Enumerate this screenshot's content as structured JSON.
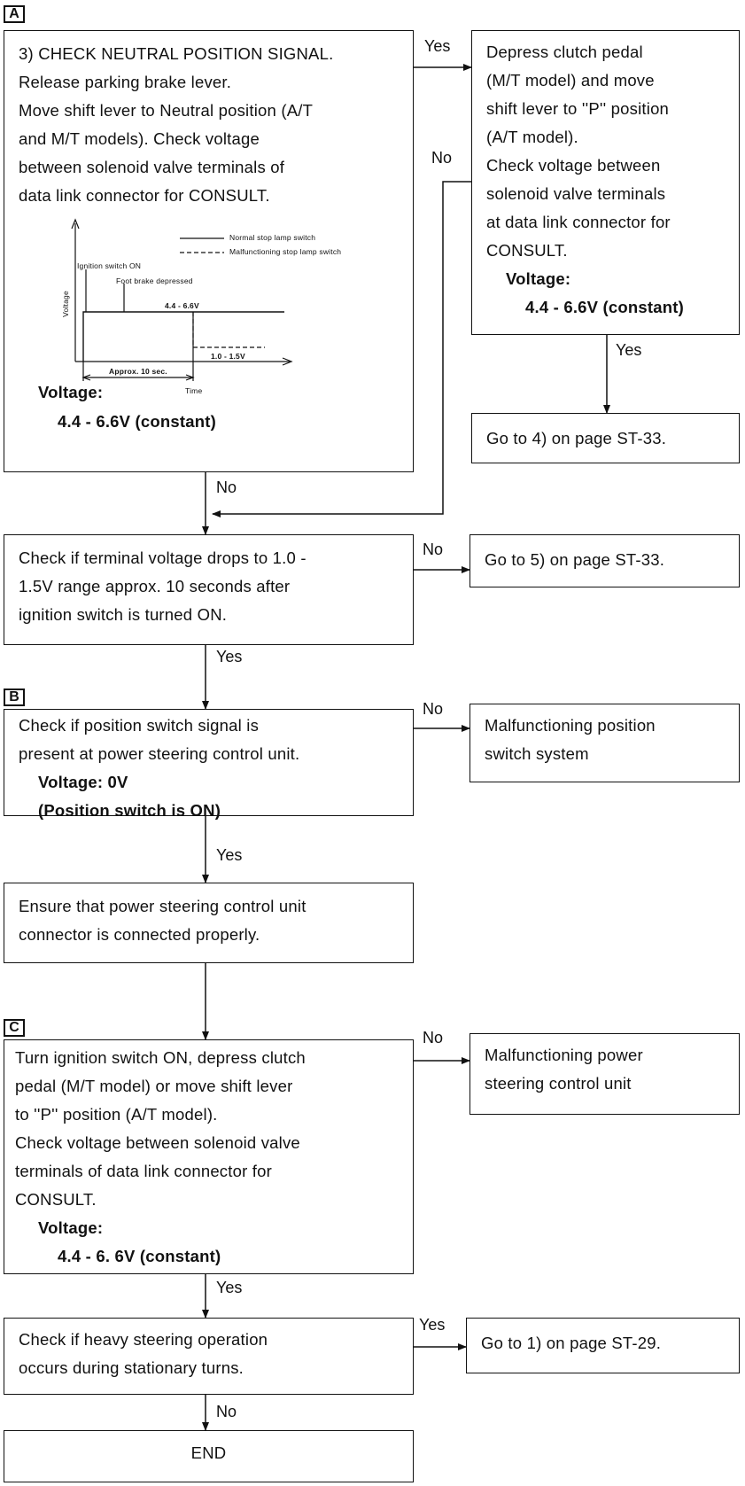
{
  "sections": {
    "a": "A",
    "b": "B",
    "c": "C"
  },
  "box1": {
    "lines": [
      "3) CHECK NEUTRAL POSITION SIGNAL.",
      "Release parking brake lever.",
      "Move shift lever to Neutral position (A/T",
      "and M/T models). Check voltage",
      "between solenoid valve terminals of",
      "data link connector for CONSULT."
    ],
    "voltage_label": "Voltage:",
    "voltage_value": "4.4 - 6.6V (constant)"
  },
  "graph": {
    "legend_normal": "Normal stop lamp switch",
    "legend_malfunction": "Malfunctioning stop lamp switch",
    "ignition_label": "Ignition switch ON",
    "brake_label": "Foot brake depressed",
    "y_label": "Voltage",
    "high_label": "4.4 - 6.6V",
    "low_label": "1.0 - 1.5V",
    "approx_label": "Approx. 10 sec.",
    "x_label": "Time"
  },
  "box2": {
    "lines": [
      "Depress clutch pedal",
      "(M/T model) and move",
      "shift lever to ''P'' position",
      "(A/T model).",
      "Check voltage between",
      "solenoid valve terminals",
      "at data link connector for",
      "CONSULT."
    ],
    "voltage_label": "Voltage:",
    "voltage_value": "4.4 - 6.6V (constant)"
  },
  "box3": {
    "text": "Go to 4) on page ST-33."
  },
  "box4": {
    "lines": [
      "Check if terminal voltage drops to 1.0 -",
      "1.5V range approx. 10 seconds after",
      "ignition switch is turned ON."
    ]
  },
  "box5": {
    "text": "Go to 5) on page ST-33."
  },
  "box6": {
    "lines": [
      "Check if position switch signal is",
      "present at power steering control unit."
    ],
    "voltage": "Voltage: 0V",
    "note": "(Position switch is ON)"
  },
  "box7": {
    "lines": [
      "Malfunctioning position",
      "switch system"
    ]
  },
  "box8": {
    "lines": [
      "Ensure that power steering control unit",
      "connector is connected properly."
    ]
  },
  "box9": {
    "lines": [
      "Turn ignition switch ON, depress clutch",
      "pedal (M/T model) or move shift lever",
      "to ''P'' position (A/T model).",
      "Check voltage between solenoid valve",
      "terminals of data link connector for",
      "CONSULT."
    ],
    "voltage_label": "Voltage:",
    "voltage_value": "4.4 - 6. 6V (constant)"
  },
  "box10": {
    "lines": [
      "Malfunctioning power",
      "steering control unit"
    ]
  },
  "box11": {
    "lines": [
      "Check if heavy steering operation",
      "occurs during stationary turns."
    ]
  },
  "box12": {
    "text": "Go to 1) on page ST-29."
  },
  "box13": {
    "text": "END"
  },
  "labels": {
    "yes": "Yes",
    "no": "No"
  }
}
